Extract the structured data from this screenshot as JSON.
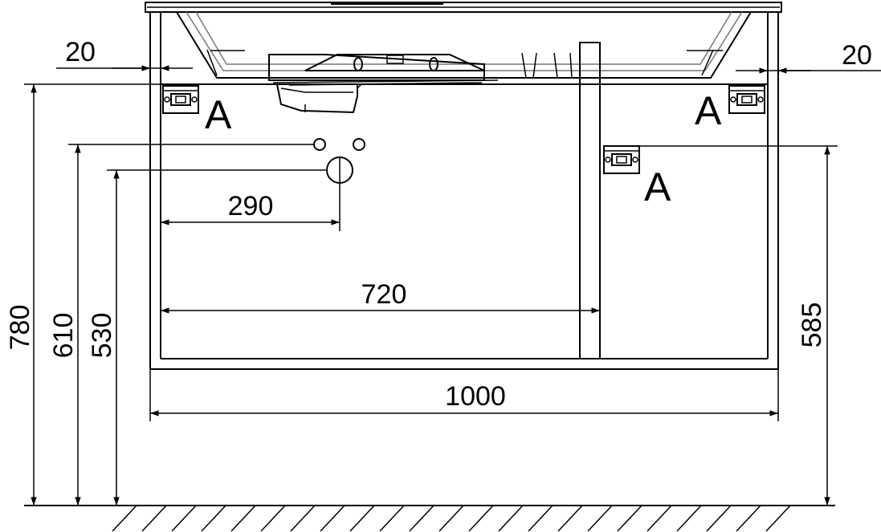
{
  "dimensions": {
    "width_total": "1000",
    "inner_span": "720",
    "drain_offset": "290",
    "side_gap_left": "20",
    "side_gap_right": "20",
    "height_total": "780",
    "height_supply": "610",
    "height_drain": "530",
    "height_bracket": "585"
  },
  "bracket_labels": [
    "A",
    "A",
    "A"
  ]
}
